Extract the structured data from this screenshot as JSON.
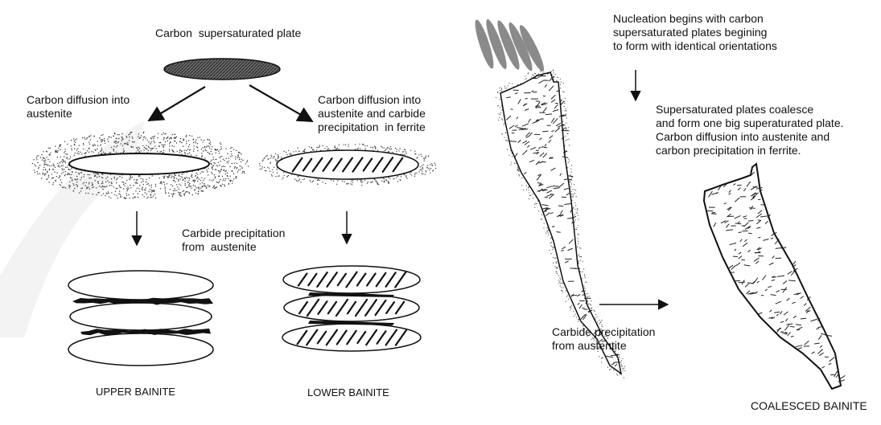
{
  "left_panel": {
    "top_label": "Carbon  supersaturated plate",
    "upper_path_label": "Carbon diffusion into\naustenite",
    "lower_path_label": "Carbon diffusion into\naustenite and carbide\nprecipitation  in ferrite",
    "carbide_note": "Carbide precipitation\nfrom  austenite",
    "upper_caption": "UPPER BAINITE",
    "lower_caption": "LOWER BAINITE"
  },
  "right_panel": {
    "nucleation_text": "Nucleation begins with carbon\nsupersaturated plates begining\nto form with identical orientations",
    "coalesce_text": "Supersaturated plates coalesce\nand form one big superaturated plate.\nCarbon diffusion into austenite and\ncarbon precipitation in ferrite.",
    "carbide_note": "Carbide precipitation\nfrom austentite",
    "caption": "COALESCED BAINITE"
  },
  "colors": {
    "ink": "#111111",
    "plate_fill": "#555555",
    "stipple": "#333333",
    "watermark": "#f3f3f3"
  }
}
